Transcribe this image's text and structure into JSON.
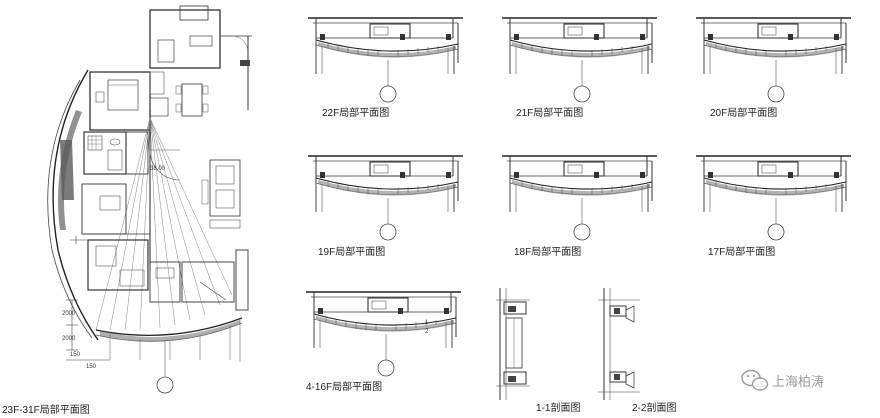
{
  "main_plan": {
    "label": "23F-31F局部平面图",
    "dims": [
      "2000",
      "2000",
      "150",
      "150"
    ],
    "room_label": "38.00"
  },
  "partial_plans": [
    {
      "label": "22F局部平面图"
    },
    {
      "label": "21F局部平面图"
    },
    {
      "label": "20F局部平面图"
    },
    {
      "label": "19F局部平面图"
    },
    {
      "label": "18F局部平面图"
    },
    {
      "label": "17F局部平面图"
    },
    {
      "label": "4-16F局部平面图"
    }
  ],
  "sections": [
    {
      "label": "1-1剖面图"
    },
    {
      "label": "2-2剖面图"
    }
  ],
  "section_marks": [
    "1",
    "2"
  ],
  "watermark": {
    "text": "上海柏涛",
    "icon": "wechat-icon"
  }
}
